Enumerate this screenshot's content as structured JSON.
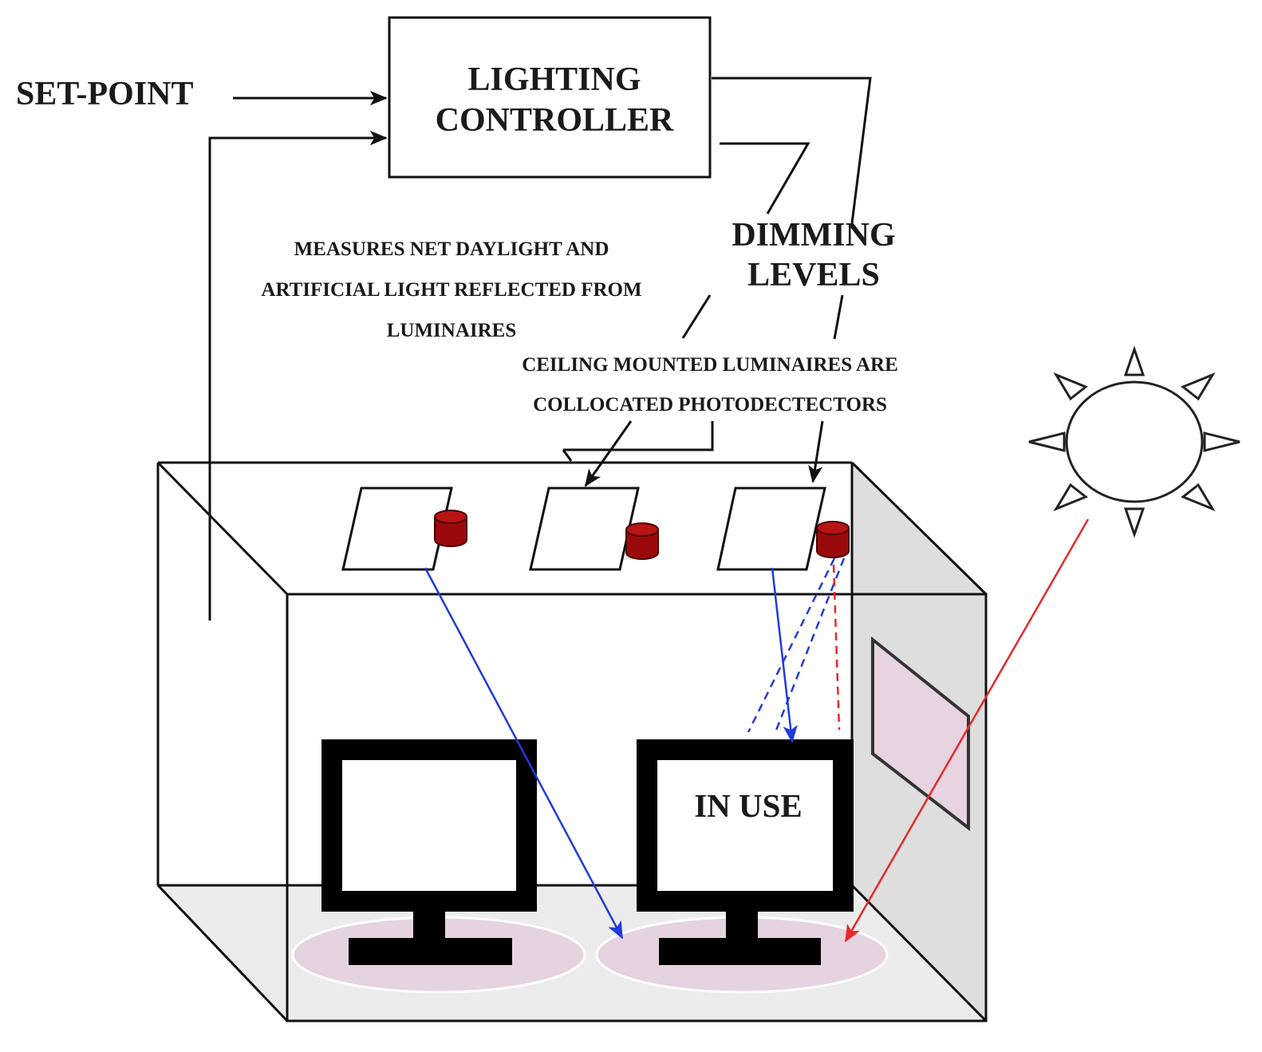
{
  "labels": {
    "set_point": "SET-POINT",
    "controller_line1": "LIGHTING",
    "controller_line2": "CONTROLLER",
    "dimming_line1": "DIMMING",
    "dimming_line2": "LEVELS",
    "measures_line1": "MEASURES NET DAYLIGHT AND",
    "measures_line2": "ARTIFICIAL LIGHT REFLECTED FROM",
    "measures_line3": "LUMINAIRES",
    "ceiling_line1": "CEILING MOUNTED LUMINAIRES ARE",
    "ceiling_line2": "COLLOCATED PHOTODECTECTORS",
    "in_use": "IN USE"
  },
  "icons": [
    "sun-icon",
    "monitor-icon",
    "photodetector-icon",
    "luminaire-icon",
    "window-icon"
  ],
  "colors": {
    "line": "#111111",
    "artificial_light": "#1f3bdc",
    "daylight": "#e8282b",
    "photodetector": "#9b0a0a",
    "floor": "#ececec",
    "side_wall": "#dedede",
    "window": "#e8d3e1",
    "illuminated_zone": "#e6d3e0",
    "monitor": "#000000"
  }
}
